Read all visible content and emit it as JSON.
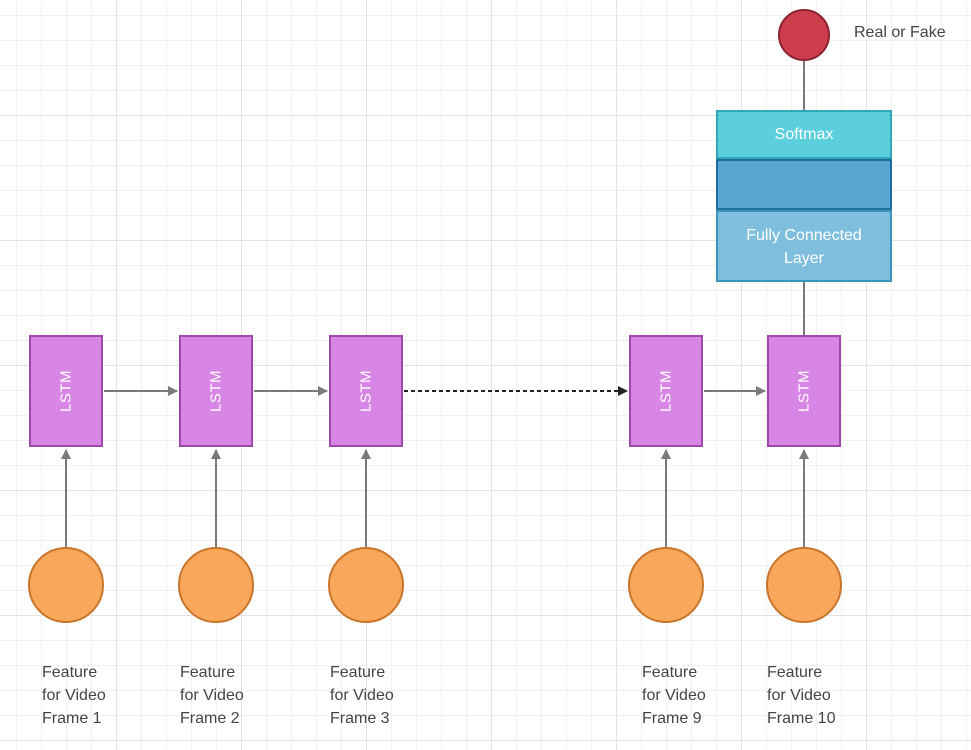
{
  "diagram": {
    "lstm_label": "LSTM",
    "cells": [
      {
        "id": "1",
        "feature_lines": [
          "Feature",
          "for Video",
          "Frame 1"
        ]
      },
      {
        "id": "2",
        "feature_lines": [
          "Feature",
          "for Video",
          "Frame 2"
        ]
      },
      {
        "id": "3",
        "feature_lines": [
          "Feature",
          "for Video",
          "Frame 3"
        ]
      },
      {
        "id": "9",
        "feature_lines": [
          "Feature",
          "for Video",
          "Frame 9"
        ]
      },
      {
        "id": "10",
        "feature_lines": [
          "Feature",
          "for Video",
          "Frame 10"
        ]
      }
    ],
    "head": {
      "softmax_label": "Softmax",
      "middle_label": "",
      "fully_connected_lines": [
        "Fully Connected",
        "Layer"
      ]
    },
    "output": {
      "label": "Real or Fake"
    },
    "colors": {
      "lstm_fill": "#d886e6",
      "lstm_border": "#9c4aa8",
      "feature_fill": "#f9a75a",
      "feature_border": "#c8752c",
      "softmax_fill": "#5ccfdd",
      "middle_fill": "#5ba6d0",
      "fully_connected_fill": "#7fbfdd",
      "output_fill": "#cc3d4e",
      "connector": "#7a7a7a"
    }
  }
}
